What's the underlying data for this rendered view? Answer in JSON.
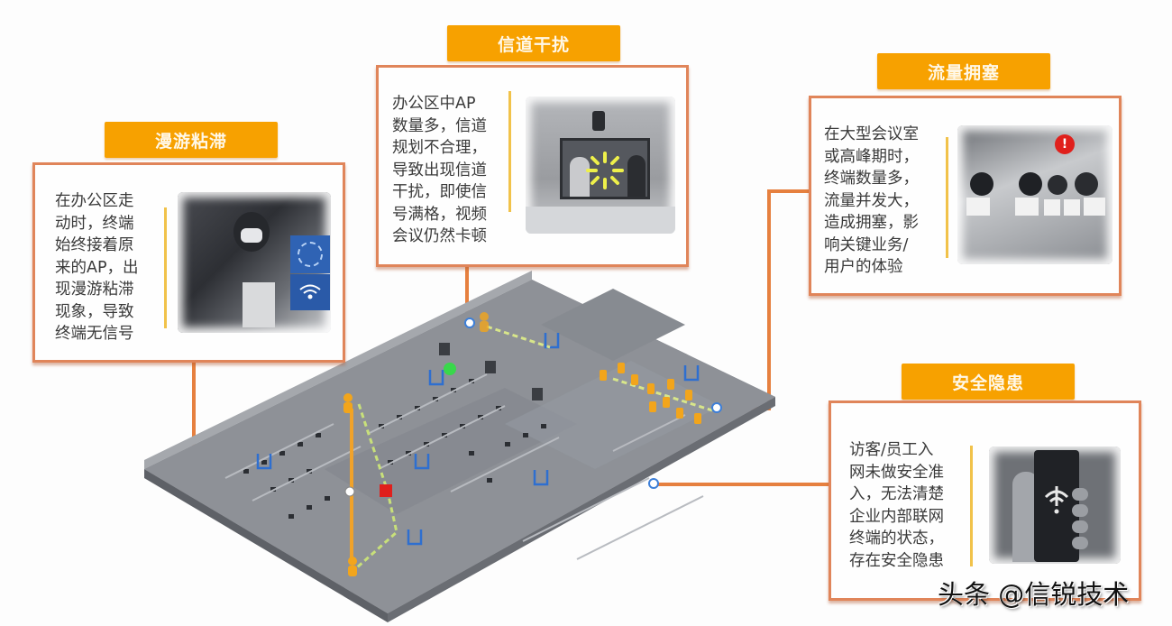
{
  "panels": {
    "roaming": {
      "tag": "漫游粘滞",
      "description": "在办公区走\n动时，终端\n始终接着原\n来的AP，出\n现漫游粘滞\n现象，导致\n终端无信号",
      "photo_icons": [
        "loading-ring-icon",
        "wifi-icon"
      ]
    },
    "interference": {
      "tag": "信道干扰",
      "description": "办公区中AP\n数量多，信道\n规划不合理，\n导致出现信道\n干扰，即使信\n号满格，视频\n会议仍然卡顿",
      "photo_icons": [
        "buffering-spinner-icon"
      ]
    },
    "congestion": {
      "tag": "流量拥塞",
      "description": "在大型会议室\n或高峰期时，\n终端数量多，\n流量并发大，\n造成拥塞，影\n响关键业务/\n用户的体验",
      "photo_icons": [
        "alert-exclamation-icon"
      ]
    },
    "security": {
      "tag": "安全隐患",
      "description": "访客/员工入\n网未做安全准\n入，无法清楚\n企业内部联网\n终端的状态，\n存在安全隐患",
      "photo_icons": [
        "wifi-blocked-icon"
      ]
    }
  },
  "floorplan": {
    "label": "isometric office floor",
    "ap_count": 7,
    "markers": [
      "roaming-path",
      "interference-point",
      "congestion-area",
      "security-entry"
    ]
  },
  "watermark": "头条 @信锐技术",
  "colors": {
    "tag_bg": "#f7a100",
    "box_border": "#e0855a",
    "connector": "#e6803f",
    "accent_bar": "#f1c24a",
    "floor": "#8a8d94",
    "ap_blue": "#2e6fd0",
    "person": "#f2a51c",
    "error_red": "#e0201c",
    "ok_green": "#38d84a"
  }
}
